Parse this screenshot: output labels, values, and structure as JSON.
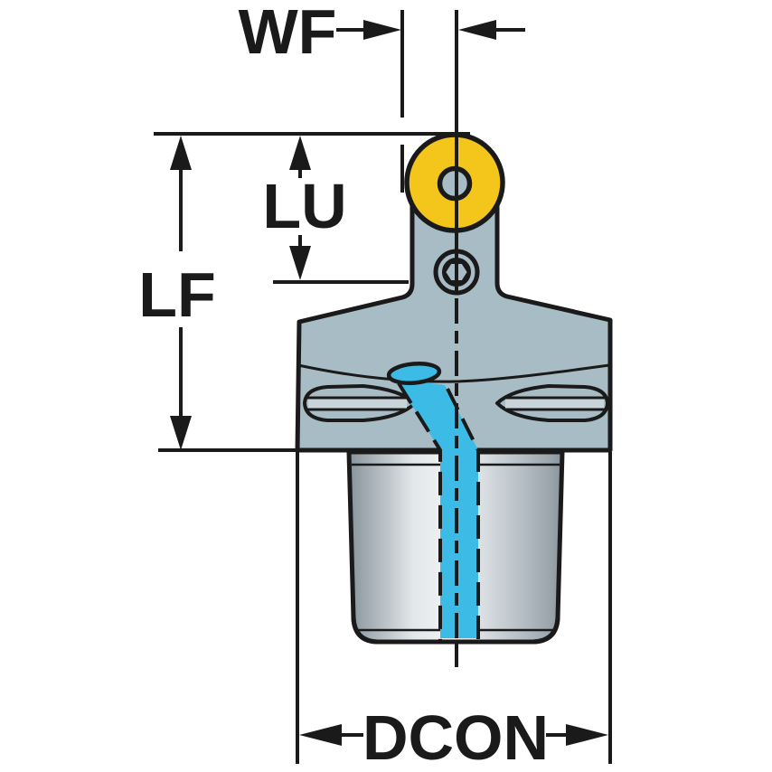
{
  "diagram": {
    "type": "technical-dimension-drawing",
    "subject": "cutting-tool-holder-with-round-insert",
    "labels": {
      "wf": "WF",
      "lu": "LU",
      "lf": "LF",
      "dcon": "DCON"
    },
    "colors": {
      "outline": "#1a1a1a",
      "body": "#a8bcc6",
      "slot_band": "#c9d4da",
      "insert_yellow": "#f4c51b",
      "coolant_cyan": "#3bbbe6",
      "background": "#ffffff"
    }
  }
}
